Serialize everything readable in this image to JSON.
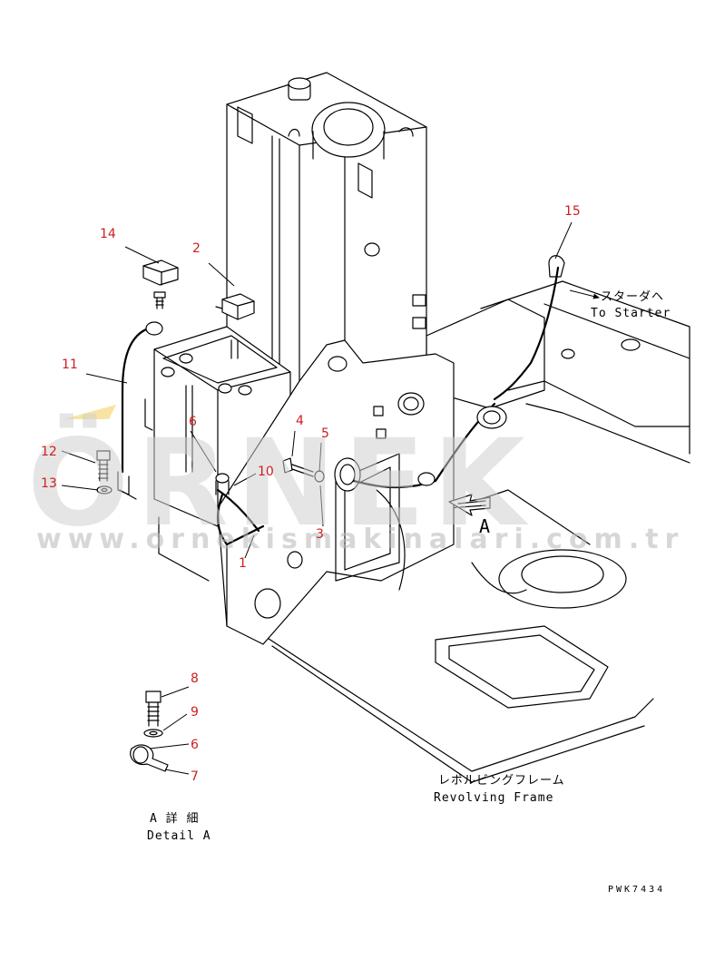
{
  "callouts": [
    "1",
    "2",
    "3",
    "4",
    "5",
    "6",
    "7",
    "8",
    "9",
    "10",
    "11",
    "12",
    "13",
    "14",
    "15"
  ],
  "detail_callouts": [
    "8",
    "9",
    "6",
    "7"
  ],
  "labels": {
    "to_starter_jp": "スターダヘ",
    "to_starter_en": "To Starter",
    "arrow_letter": "A",
    "frame_jp": "レボルビングフレーム",
    "frame_en": "Revolving Frame",
    "detail_jp": "A 詳 細",
    "detail_en": "Detail A",
    "drawing_code": "PWK7434"
  },
  "watermark": {
    "brand": "ÖRNEK",
    "url": "www.ornekismakinalari.com.tr"
  },
  "colors": {
    "callout": "#cc1f1f",
    "line": "#000000",
    "watermark": "#cfcfcf",
    "accent_yellow": "#f3d97a"
  }
}
